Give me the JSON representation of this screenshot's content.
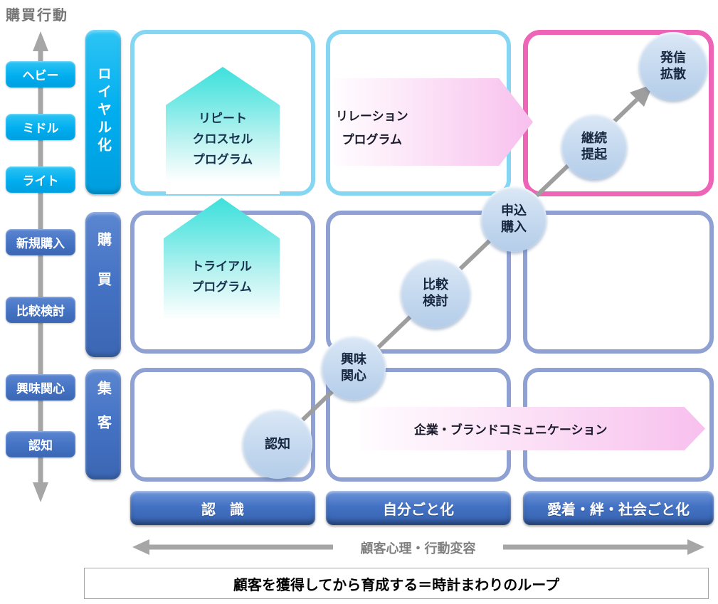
{
  "title": "購買行動",
  "y_axis": {
    "labels": [
      {
        "text": "ヘビー",
        "group": "loyal"
      },
      {
        "text": "ミドル",
        "group": "loyal"
      },
      {
        "text": "ライト",
        "group": "loyal"
      },
      {
        "text": "新規購入",
        "group": "purchase"
      },
      {
        "text": "比較検討",
        "group": "purchase"
      },
      {
        "text": "興味関心",
        "group": "attract"
      },
      {
        "text": "認知",
        "group": "attract"
      }
    ]
  },
  "stage_bars": [
    {
      "label": "ロイヤル化"
    },
    {
      "label": "購買"
    },
    {
      "label": "集客"
    }
  ],
  "programs": {
    "repeat_cross_sell": "リピート\nクロスセル\nプログラム",
    "trial": "トライアル\nプログラム",
    "relation": "リレーション\nプログラム",
    "brand_communication": "企業・ブランドコミュニケーション"
  },
  "journey_steps": [
    {
      "label": "認知"
    },
    {
      "label": "興味\n関心"
    },
    {
      "label": "比較\n検討"
    },
    {
      "label": "申込\n購入"
    },
    {
      "label": "継続\n提起"
    },
    {
      "label": "発信\n拡散"
    }
  ],
  "x_axis": {
    "buttons": [
      {
        "label": "認　識"
      },
      {
        "label": "自分ごと化"
      },
      {
        "label": "愛着・絆・社会ごと化"
      }
    ],
    "label": "顧客心理・行動変容"
  },
  "footer": {
    "text": "顧客を獲得してから育成する＝時計まわりのループ"
  },
  "colors": {
    "cyan": "#00aeef",
    "blue": "#4472c4",
    "cyan_cell_border": "#85d6f2",
    "pink_cell_border": "#ee64b6",
    "periwinkle_cell_border": "#8fa0d2",
    "circle_fill": "#c8dbf0",
    "house_fill": "#3ee0dc",
    "pink_arrow_fill": "#f8c0ee",
    "arrow_gray": "#a6a6a6"
  }
}
